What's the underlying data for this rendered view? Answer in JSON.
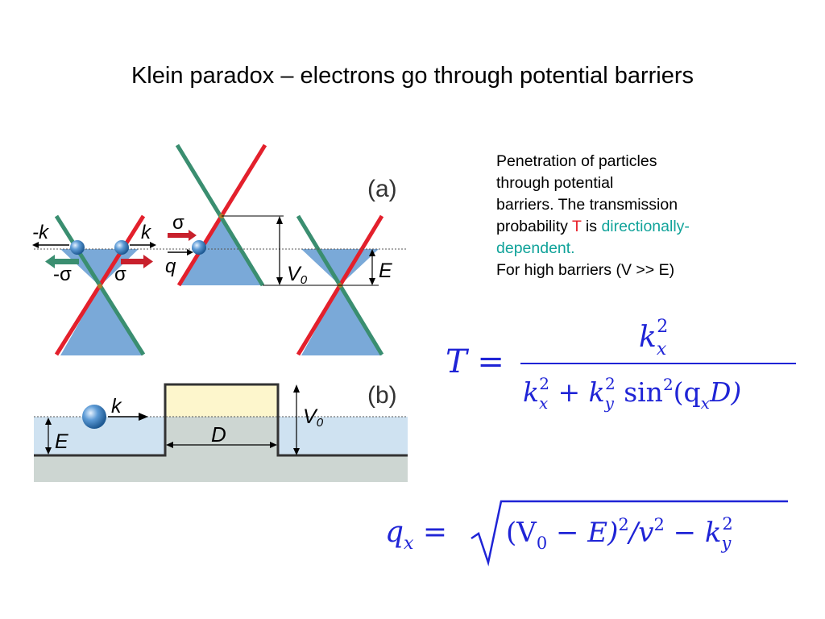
{
  "title": "Klein paradox – electrons go through potential barriers",
  "description": {
    "line1": "Penetration of particles",
    "line2": "through potential",
    "line3": "barriers. The transmission",
    "line4_prefix": "probability ",
    "T_symbol": "T",
    "is_word": " is ",
    "dir1": "directionally-",
    "dir2": "dependent.",
    "line6": "For high barriers (V >> E)"
  },
  "figure_a": {
    "panel_label": "(a)",
    "minus_k": "-k",
    "k": "k",
    "minus_sigma": "-σ",
    "sigma": "σ",
    "sigma2": "σ",
    "q": "q",
    "v0": "V",
    "v0_sub": "0",
    "e": "E"
  },
  "figure_b": {
    "panel_label": "(b)",
    "k": "k",
    "e": "E",
    "d": "D",
    "v0": "V",
    "v0_sub": "0"
  },
  "equations": {
    "T_lhs": "T =",
    "T_num_base": "k",
    "T_num_sub": "x",
    "T_num_sup": "2",
    "T_den_k1": "k",
    "T_den_k1_sub": "x",
    "T_den_k1_sup": "2",
    "T_den_plus": " + ",
    "T_den_k2": "k",
    "T_den_k2_sub": "y",
    "T_den_k2_sup": "2",
    "T_den_sin": " sin",
    "T_den_sin_sup": "2",
    "T_den_arg": "(q",
    "T_den_arg_sub": "x",
    "T_den_arg_end": "D)",
    "q_lhs": "q",
    "q_lhs_sub": "x",
    "q_eq": " =",
    "q_rad_a": "(V",
    "q_rad_a_sub": "0",
    "q_rad_b": " − E)",
    "q_rad_b_sup": "2",
    "q_rad_c": "/v",
    "q_rad_c_sup": "2",
    "q_rad_d": " − k",
    "q_rad_d_sub": "y",
    "q_rad_d_sup": "2"
  },
  "colors": {
    "red_band": "#e3202c",
    "green_band": "#3a8e70",
    "cone_fill": "#7aa9d8",
    "barrier_fill": "#fdf6cc",
    "sea_fill": "#cfe2f1",
    "ground_fill": "#cdd6d2",
    "equation_blue": "#1f24d6"
  }
}
